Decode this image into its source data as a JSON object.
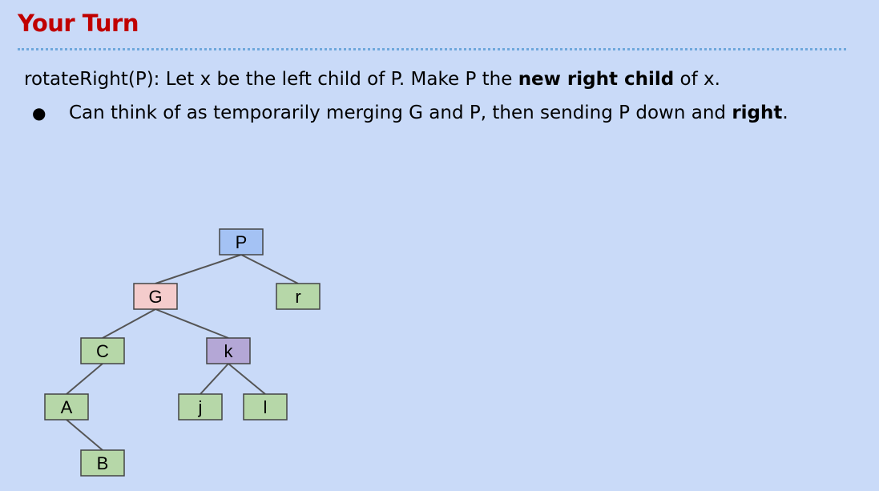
{
  "slide": {
    "title": "Your Turn",
    "line1": {
      "pre": "rotateRight(P): Let x be the left child of P. Make P the ",
      "bold": "new right child",
      "post": " of x."
    },
    "bullet": {
      "pre": "Can think of as temporarily merging G and P, then sending P down and ",
      "bold": "right",
      "post": "."
    }
  },
  "tree": {
    "nodes": [
      {
        "id": "P",
        "label": "P",
        "color": "#a4c2f4"
      },
      {
        "id": "G",
        "label": "G",
        "color": "#f4cccc"
      },
      {
        "id": "r",
        "label": "r",
        "color": "#b6d7a8"
      },
      {
        "id": "C",
        "label": "C",
        "color": "#b6d7a8"
      },
      {
        "id": "k",
        "label": "k",
        "color": "#b4a7d6"
      },
      {
        "id": "A",
        "label": "A",
        "color": "#b6d7a8"
      },
      {
        "id": "j",
        "label": "j",
        "color": "#b6d7a8"
      },
      {
        "id": "l",
        "label": "l",
        "color": "#b6d7a8"
      },
      {
        "id": "B",
        "label": "B",
        "color": "#b6d7a8"
      }
    ],
    "edges": [
      [
        "P",
        "G"
      ],
      [
        "P",
        "r"
      ],
      [
        "G",
        "C"
      ],
      [
        "G",
        "k"
      ],
      [
        "C",
        "A"
      ],
      [
        "k",
        "j"
      ],
      [
        "k",
        "l"
      ],
      [
        "A",
        "B"
      ]
    ]
  }
}
